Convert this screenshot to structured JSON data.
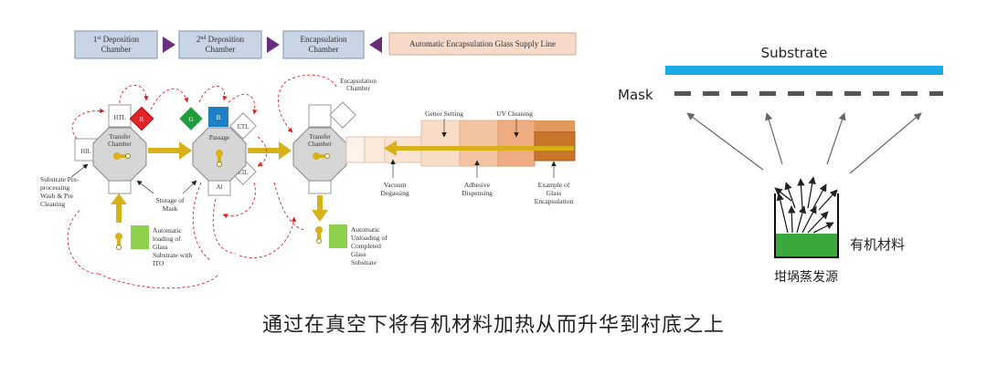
{
  "header_boxes": {
    "dep1_line1": "1",
    "dep1_sup": "st",
    "dep1_line1b": " Deposition",
    "dep1_line2": "Chamber",
    "dep2_line1": "2",
    "dep2_sup": "nd",
    "dep2_line1b": " Deposition",
    "dep2_line2": "Chamber",
    "enc_line1": "Encapsulation",
    "enc_line2": "Chamber",
    "supply": "Automatic Encapsulation Glass Supply Line"
  },
  "chambers": {
    "transfer1_a": "Transfer",
    "transfer1_b": "Chamber",
    "passage": "Passage",
    "transfer3_a": "Transfer",
    "transfer3_b": "Chamber"
  },
  "modules": {
    "htl": "HTL",
    "hil": "HIL",
    "etl": "ETL",
    "eil": "EIL",
    "al": "Al",
    "r": "R",
    "g": "G",
    "b": "B"
  },
  "labels": {
    "enc_chamber_a": "Encapsulation",
    "enc_chamber_b": "Chamber",
    "getter": "Getter Setting",
    "uv": "UV Cleaning",
    "vacuum_a": "Vacuum",
    "vacuum_b": "Degassing",
    "adhesive_a": "Adhesive",
    "adhesive_b": "Dispensing",
    "example_a": "Example of",
    "example_b": "Glass",
    "example_c": "Encapsulation",
    "storage_a": "Storage of",
    "storage_b": "Mask",
    "sub_pre_a": "Substrate Pre-",
    "sub_pre_b": "processing",
    "sub_pre_c": "Wash & Pre",
    "sub_pre_d": "Cleaning",
    "auto_load_a": "Automatic",
    "auto_load_b": "loading of",
    "auto_load_c": "Glass",
    "auto_load_d": "Substrate with",
    "auto_load_e": "ITO",
    "auto_unload_a": "Automatic",
    "auto_unload_b": "Unloading of",
    "auto_unload_c": "Completed",
    "auto_unload_d": "Glass",
    "auto_unload_e": "Substrate"
  },
  "evap": {
    "substrate": "Substrate",
    "mask": "Mask",
    "organic": "有机材料",
    "source": "坩埚蒸发源"
  },
  "caption": "通过在真空下将有机材料加热从而升华到衬底之上",
  "colors": {
    "header_box": "#c9d4e4",
    "supply_box": "#f6d9c8",
    "triangle": "#6a2d7e",
    "arrow_yellow": "#d8b018",
    "substrate_blue": "#1aa8e6",
    "mask_gray": "#555555",
    "organic_green": "#3aa83a",
    "light_green": "#8fd04f",
    "red": "#e0262a",
    "green": "#1f9e3f",
    "blue": "#1f7fc4",
    "line_end": "#c8742a"
  }
}
